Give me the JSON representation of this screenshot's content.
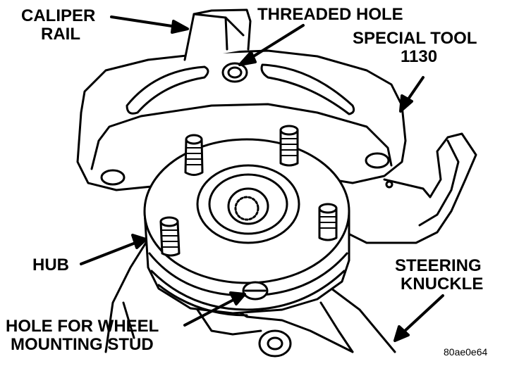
{
  "labels": {
    "caliper_rail": [
      "CALIPER",
      "RAIL"
    ],
    "threaded_hole": "THREADED HOLE",
    "special_tool": [
      "SPECIAL TOOL",
      "1130"
    ],
    "hub": "HUB",
    "steering_knuckle": [
      "STEERING",
      "KNUCKLE"
    ],
    "hole_for_wheel_stud": [
      "HOLE FOR WHEEL",
      "MOUNTING STUD"
    ]
  },
  "figure_code": "80ae0e64",
  "colors": {
    "ink": "#000000",
    "paper": "#ffffff"
  }
}
